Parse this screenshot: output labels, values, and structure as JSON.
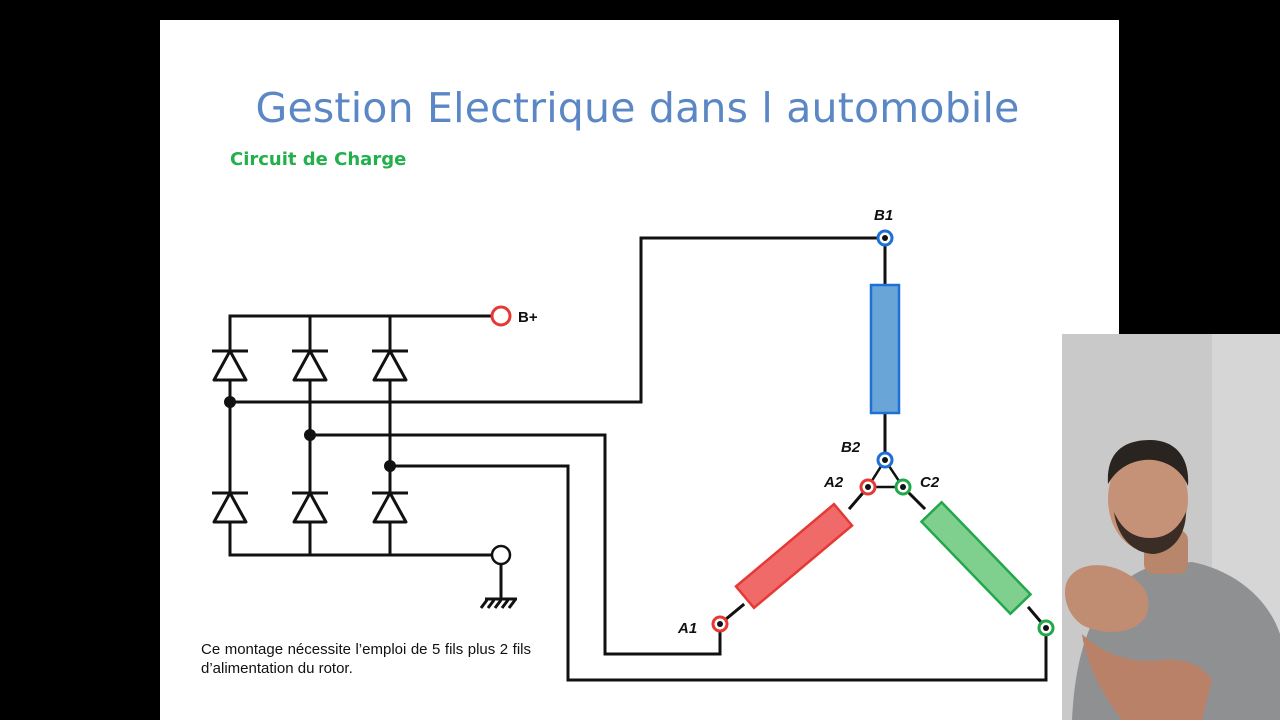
{
  "slide": {
    "title": "Gestion Electrique dans l automobile",
    "subtitle": "Circuit de Charge",
    "note": "Ce montage nécessite l’emploi de 5 fils plus 2 fils d’alimentation du rotor."
  },
  "diagram": {
    "terminals": {
      "b_plus": "B+",
      "b1": "B1",
      "b2": "B2",
      "a1": "A1",
      "a2": "A2",
      "c2": "C2"
    }
  },
  "colors": {
    "title": "#5b87c5",
    "subtitle": "#21b04b",
    "winding_b": "#6aa5d8",
    "winding_a": "#f06a6a",
    "winding_c": "#7fcf8f",
    "terminal_red": "#e53935",
    "terminal_blue": "#1e6fd6",
    "terminal_green": "#22a84a"
  }
}
